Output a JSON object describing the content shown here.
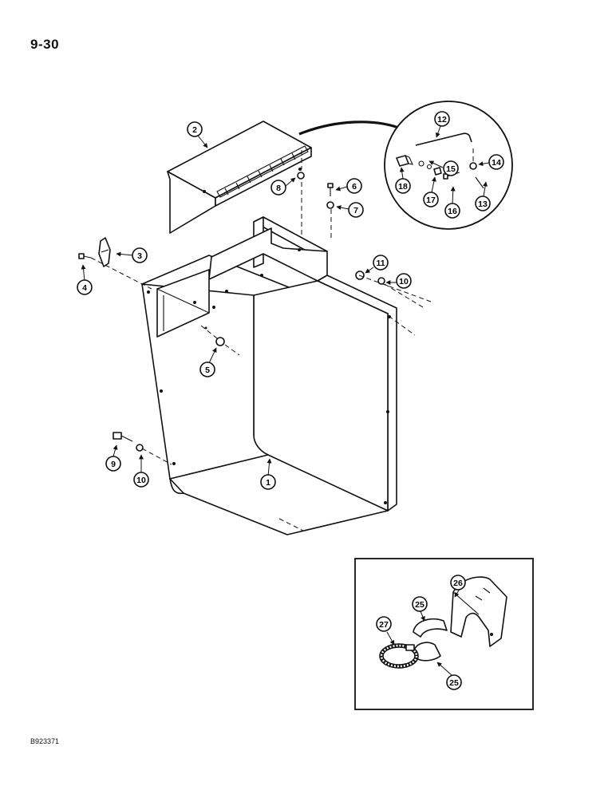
{
  "page": {
    "number": "9-30",
    "figure_code": "B923371"
  },
  "callouts": {
    "c1": "1",
    "c2": "2",
    "c3": "3",
    "c4": "4",
    "c5": "5",
    "c6": "6",
    "c7": "7",
    "c8": "8",
    "c9": "9",
    "c10a": "10",
    "c10b": "10",
    "c11": "11",
    "c12": "12",
    "c13": "13",
    "c14": "14",
    "c15": "15",
    "c16": "16",
    "c17": "17",
    "c18": "18",
    "c25a": "25",
    "c25b": "25",
    "c26": "26",
    "c27": "27"
  }
}
